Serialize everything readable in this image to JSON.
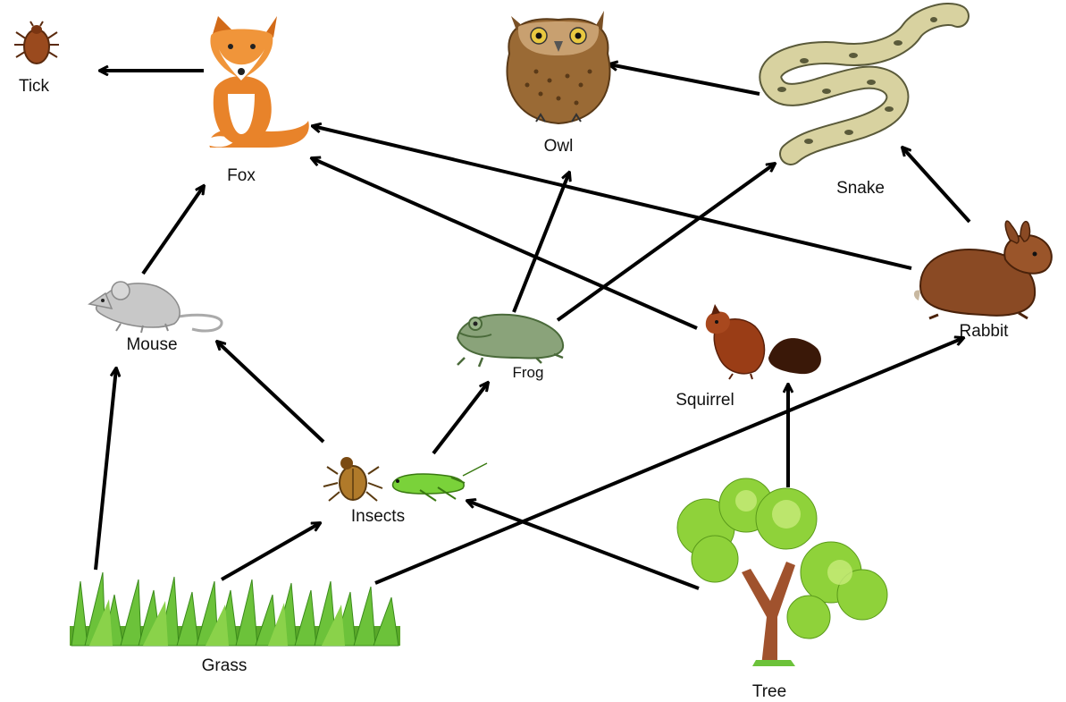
{
  "nodes": {
    "tick": {
      "label": "Tick",
      "icon": "tick-icon"
    },
    "fox": {
      "label": "Fox",
      "icon": "fox-icon"
    },
    "owl": {
      "label": "Owl",
      "icon": "owl-icon"
    },
    "snake": {
      "label": "Snake",
      "icon": "snake-icon"
    },
    "mouse": {
      "label": "Mouse",
      "icon": "mouse-icon"
    },
    "frog": {
      "label": "Frog",
      "icon": "frog-icon"
    },
    "squirrel": {
      "label": "Squirrel",
      "icon": "squirrel-icon"
    },
    "rabbit": {
      "label": "Rabbit",
      "icon": "rabbit-icon"
    },
    "insects": {
      "label": "Insects",
      "icon": "insects-icon"
    },
    "grass": {
      "label": "Grass",
      "icon": "grass-icon"
    },
    "tree": {
      "label": "Tree",
      "icon": "tree-icon"
    }
  },
  "edges": [
    {
      "from": "fox",
      "to": "tick"
    },
    {
      "from": "snake",
      "to": "owl"
    },
    {
      "from": "rabbit",
      "to": "snake"
    },
    {
      "from": "rabbit",
      "to": "fox"
    },
    {
      "from": "squirrel",
      "to": "fox"
    },
    {
      "from": "mouse",
      "to": "fox"
    },
    {
      "from": "frog",
      "to": "owl"
    },
    {
      "from": "frog",
      "to": "snake"
    },
    {
      "from": "insects",
      "to": "mouse"
    },
    {
      "from": "insects",
      "to": "frog"
    },
    {
      "from": "grass",
      "to": "mouse"
    },
    {
      "from": "grass",
      "to": "insects"
    },
    {
      "from": "grass",
      "to": "rabbit"
    },
    {
      "from": "tree",
      "to": "insects"
    },
    {
      "from": "tree",
      "to": "squirrel"
    }
  ],
  "colors": {
    "arrow": "#000000",
    "fox": "#e8832a",
    "owl": "#9a6a35",
    "snake": "#d8d2a0",
    "rabbit": "#8a4a24",
    "squirrel": "#9a3d16",
    "mouse": "#c8c8c8",
    "frog": "#8aa37a",
    "grass": "#6cc23a",
    "tree_leaves": "#8fd23a",
    "tree_trunk": "#a0522d",
    "tick": "#9a4a1e"
  }
}
